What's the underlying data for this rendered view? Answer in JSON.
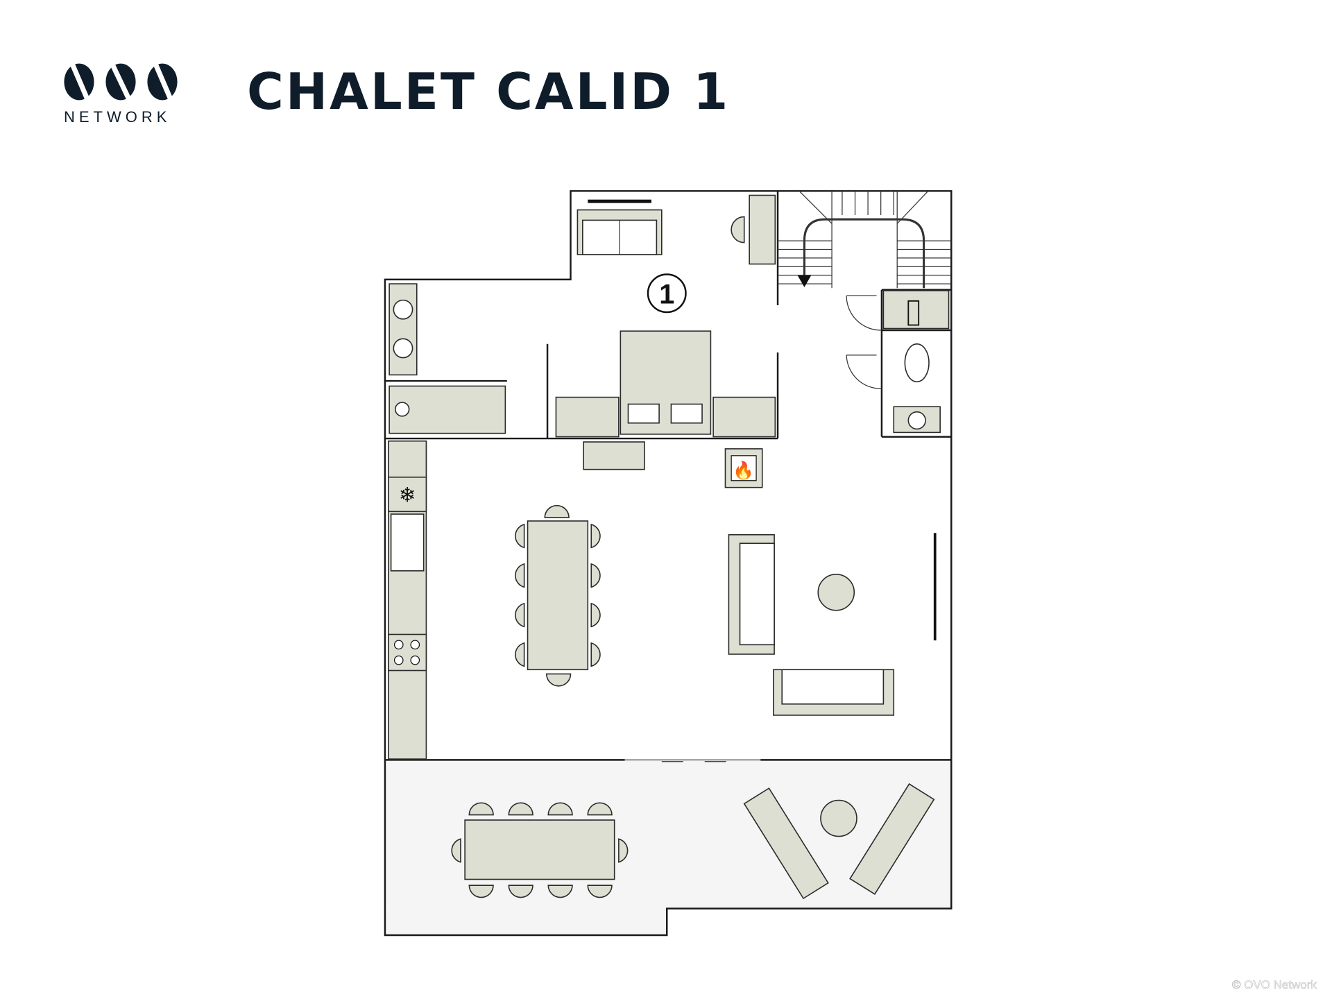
{
  "header": {
    "logo_mark": "OVO",
    "logo_text": "NETWORK",
    "title": "CHALET CALID 1"
  },
  "plan": {
    "room_number": "1"
  },
  "footer": {
    "copyright": "© OVO Network"
  }
}
